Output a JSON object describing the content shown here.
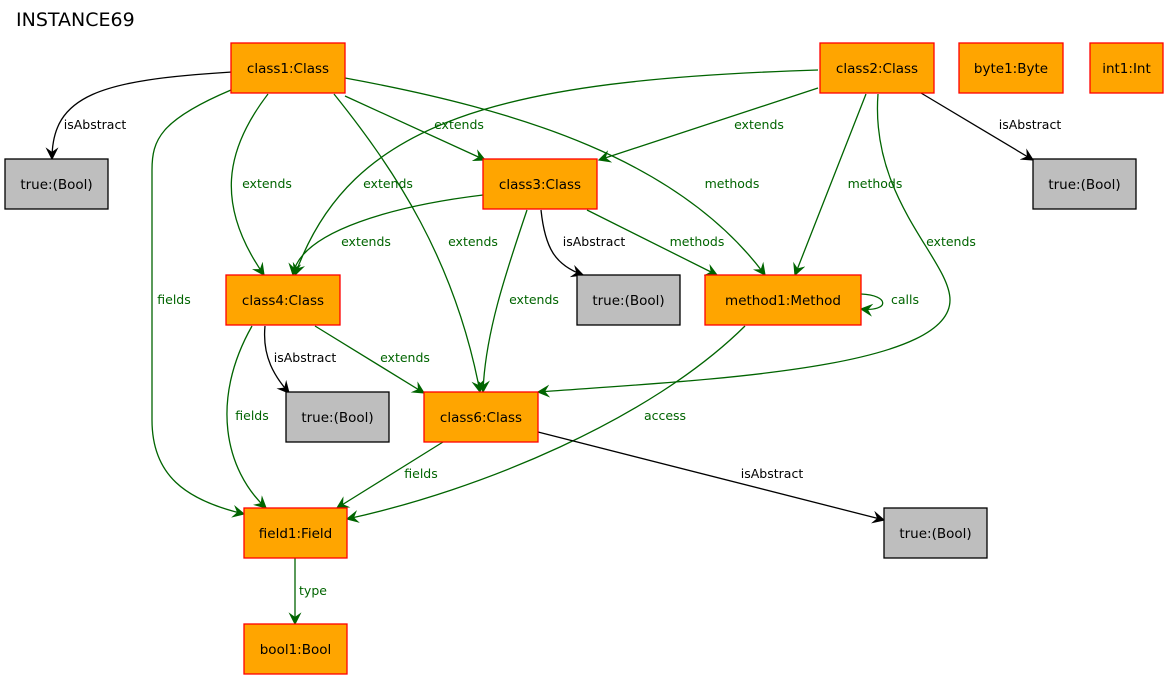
{
  "title": "INSTANCE69",
  "colors": {
    "class_fill": "#ffa500",
    "class_stroke": "#ff0000",
    "value_fill": "#bebebe",
    "value_stroke": "#000000",
    "edge_green": "#006400",
    "edge_black": "#000000"
  },
  "nodes": [
    {
      "id": "class1",
      "label": "class1:Class",
      "kind": "class"
    },
    {
      "id": "class2",
      "label": "class2:Class",
      "kind": "class"
    },
    {
      "id": "byte1",
      "label": "byte1:Byte",
      "kind": "class"
    },
    {
      "id": "int1",
      "label": "int1:Int",
      "kind": "class"
    },
    {
      "id": "true1",
      "label": "true:(Bool)",
      "kind": "value"
    },
    {
      "id": "class3",
      "label": "class3:Class",
      "kind": "class"
    },
    {
      "id": "true2",
      "label": "true:(Bool)",
      "kind": "value"
    },
    {
      "id": "class4",
      "label": "class4:Class",
      "kind": "class"
    },
    {
      "id": "true3",
      "label": "true:(Bool)",
      "kind": "value"
    },
    {
      "id": "method1",
      "label": "method1:Method",
      "kind": "class"
    },
    {
      "id": "true4",
      "label": "true:(Bool)",
      "kind": "value"
    },
    {
      "id": "class6",
      "label": "class6:Class",
      "kind": "class"
    },
    {
      "id": "field1",
      "label": "field1:Field",
      "kind": "class"
    },
    {
      "id": "true5",
      "label": "true:(Bool)",
      "kind": "value"
    },
    {
      "id": "bool1",
      "label": "bool1:Bool",
      "kind": "class"
    }
  ],
  "edges": [
    {
      "from": "class1",
      "to": "true1",
      "label": "isAbstract",
      "color": "black"
    },
    {
      "from": "class1",
      "to": "class3",
      "label": "extends",
      "color": "green"
    },
    {
      "from": "class1",
      "to": "class4",
      "label": "extends",
      "color": "green"
    },
    {
      "from": "class1",
      "to": "class6",
      "label": "extends",
      "color": "green"
    },
    {
      "from": "class1",
      "to": "method1",
      "label": "methods",
      "color": "green"
    },
    {
      "from": "class1",
      "to": "field1",
      "label": "fields",
      "color": "green"
    },
    {
      "from": "class2",
      "to": "class3",
      "label": "extends",
      "color": "green"
    },
    {
      "from": "class2",
      "to": "class4",
      "label": "extends",
      "color": "green"
    },
    {
      "from": "class2",
      "to": "method1",
      "label": "methods",
      "color": "green"
    },
    {
      "from": "class2",
      "to": "class6",
      "label": "extends",
      "color": "green"
    },
    {
      "from": "class2",
      "to": "true2",
      "label": "isAbstract",
      "color": "black"
    },
    {
      "from": "class3",
      "to": "class4",
      "label": "extends",
      "color": "green"
    },
    {
      "from": "class3",
      "to": "true3",
      "label": "isAbstract",
      "color": "black"
    },
    {
      "from": "class3",
      "to": "method1",
      "label": "methods",
      "color": "green"
    },
    {
      "from": "class3",
      "to": "class6",
      "label": "extends",
      "color": "green"
    },
    {
      "from": "method1",
      "to": "method1",
      "label": "calls",
      "color": "green"
    },
    {
      "from": "method1",
      "to": "field1",
      "label": "access",
      "color": "green"
    },
    {
      "from": "class4",
      "to": "true4",
      "label": "isAbstract",
      "color": "black"
    },
    {
      "from": "class4",
      "to": "class6",
      "label": "extends",
      "color": "green"
    },
    {
      "from": "class4",
      "to": "field1",
      "label": "fields",
      "color": "green"
    },
    {
      "from": "class6",
      "to": "field1",
      "label": "fields",
      "color": "green"
    },
    {
      "from": "class6",
      "to": "true5",
      "label": "isAbstract",
      "color": "black"
    },
    {
      "from": "field1",
      "to": "bool1",
      "label": "type",
      "color": "green"
    }
  ]
}
